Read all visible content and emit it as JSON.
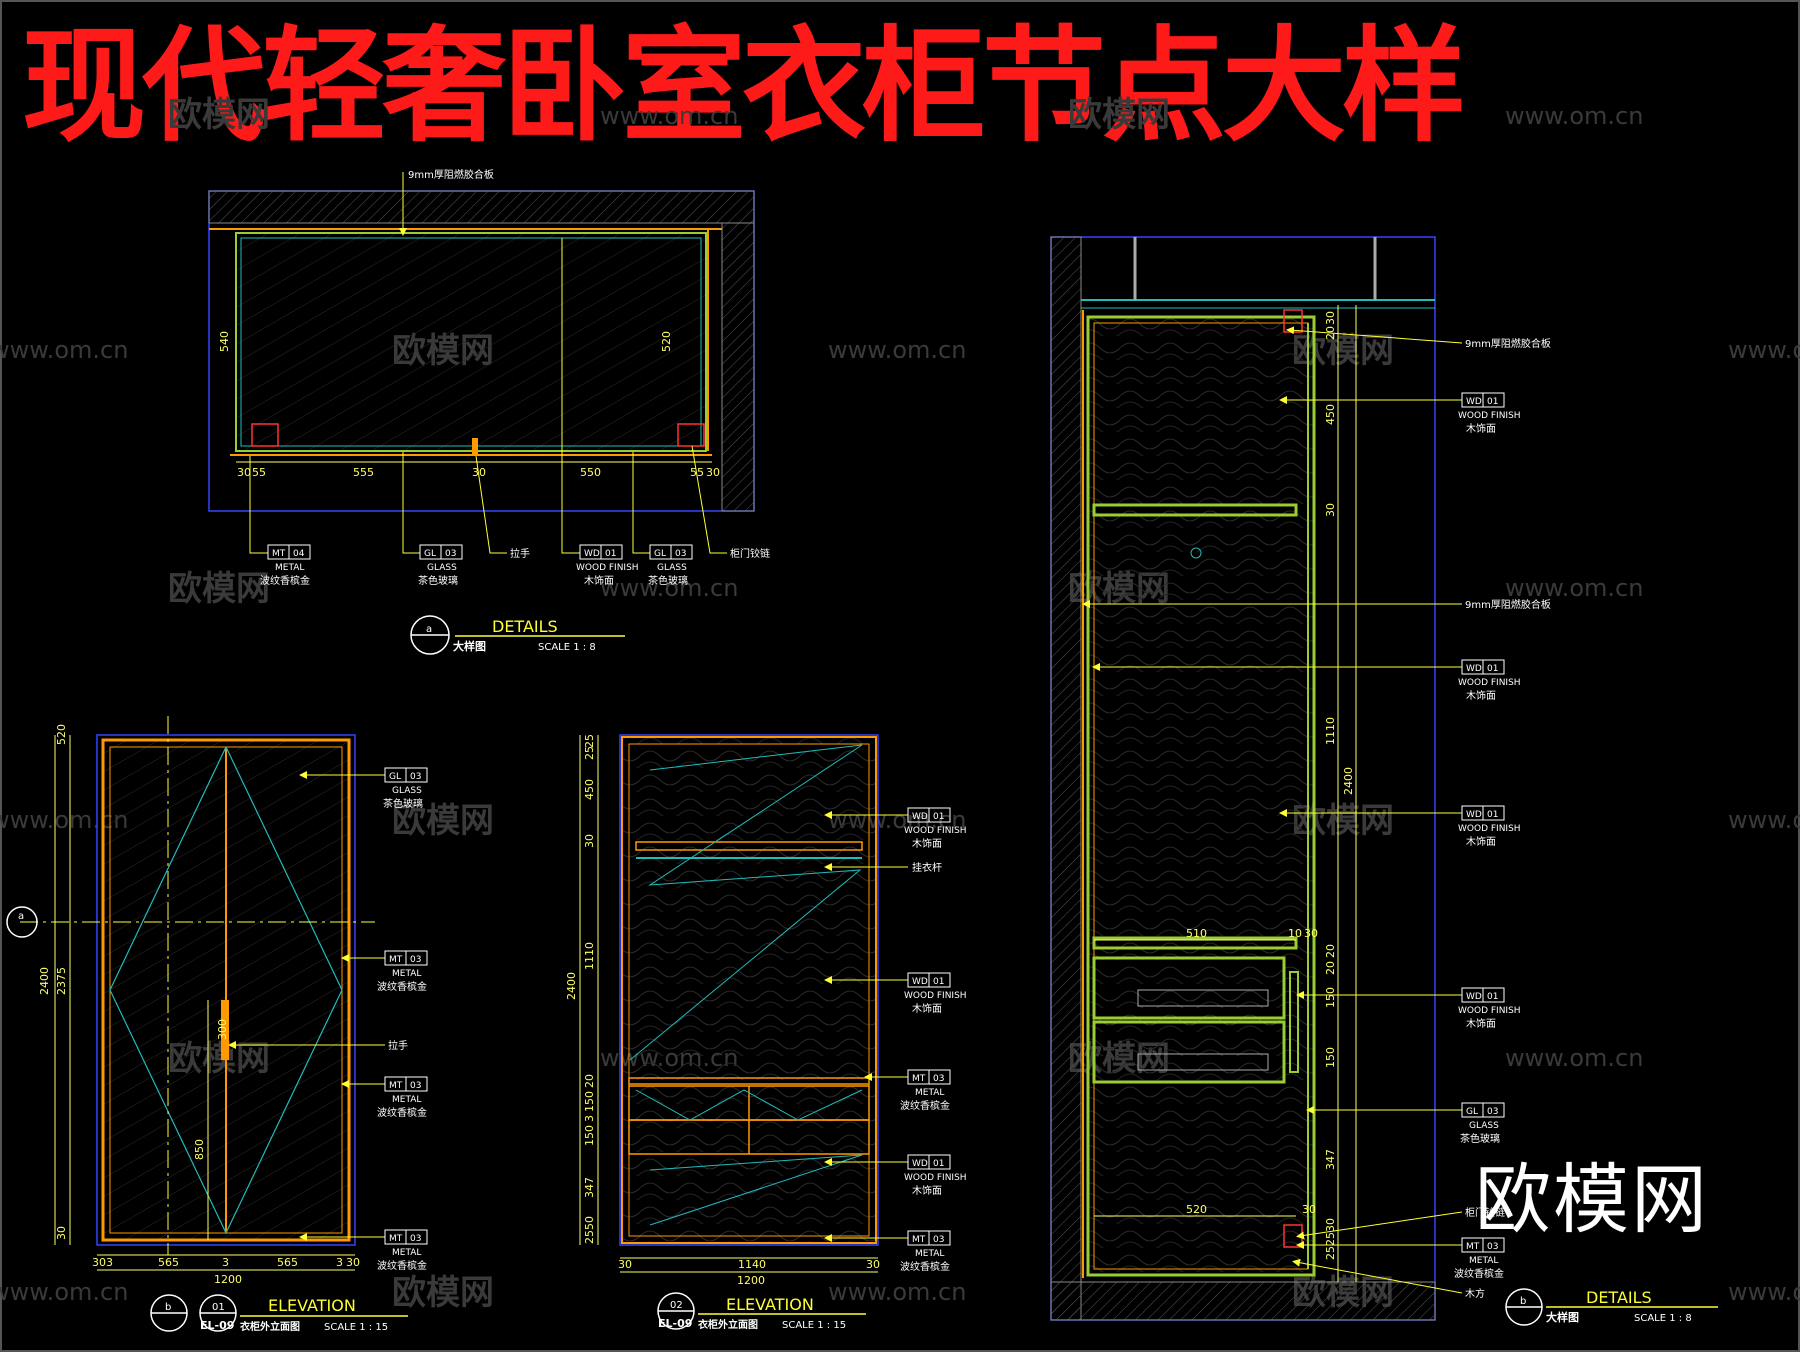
{
  "title": "现代轻奢卧室衣柜节点大样",
  "brand": "欧模网",
  "watermark_cn": "欧模网",
  "watermark_url": "www.om.cn",
  "colors": {
    "title": "#ff1a1a",
    "background": "#000000",
    "frame": "#3344ff",
    "wood_green": "#9acd32",
    "orange": "#ff9900",
    "cyan": "#22bbbb",
    "leader": "#ffff33",
    "text": "#ffffff"
  },
  "detail_a": {
    "top_note": "9mm厚阻燃胶合板",
    "dims_vertical": [
      "540",
      "520"
    ],
    "dims_horizontal": [
      "30",
      "55",
      "555",
      "30",
      "550",
      "55",
      "30"
    ],
    "callouts": [
      {
        "tag": "MT",
        "num": "04",
        "en": "METAL",
        "cn": "波纹香槟金"
      },
      {
        "tag": "GL",
        "num": "03",
        "en": "GLASS",
        "cn": "茶色玻璃"
      },
      {
        "text": "拉手"
      },
      {
        "tag": "WD",
        "num": "01",
        "en": "WOOD FINISH",
        "cn": "木饰面"
      },
      {
        "tag": "GL",
        "num": "03",
        "en": "GLASS",
        "cn": "茶色玻璃"
      },
      {
        "text": "柜门铰链"
      }
    ],
    "caption": {
      "id": "a",
      "title": "DETAILS",
      "sub": "大样图",
      "scale": "SCALE 1 : 8"
    }
  },
  "elevation_1": {
    "dims_vertical": [
      "520",
      "2400",
      "2375",
      "850",
      "30"
    ],
    "dims_horizontal": [
      "30",
      "3",
      "565",
      "3",
      "565",
      "3",
      "30"
    ],
    "total_width": "1200",
    "handle_dim": "300",
    "callouts": [
      {
        "tag": "GL",
        "num": "03",
        "en": "GLASS",
        "cn": "茶色玻璃"
      },
      {
        "tag": "MT",
        "num": "03",
        "en": "METAL",
        "cn": "波纹香槟金"
      },
      {
        "text": "拉手"
      },
      {
        "tag": "MT",
        "num": "03",
        "en": "METAL",
        "cn": "波纹香槟金"
      },
      {
        "tag": "MT",
        "num": "03",
        "en": "METAL",
        "cn": "波纹香槟金"
      }
    ],
    "section_marker": "a",
    "caption": {
      "id": "b",
      "num": "01",
      "sheet": "EL-09",
      "title": "ELEVATION",
      "sub": "衣柜外立面图",
      "scale": "SCALE 1 : 15"
    }
  },
  "elevation_2": {
    "dims_vertical": [
      "25",
      "25",
      "450",
      "30",
      "1110",
      "2400",
      "20",
      "150",
      "3",
      "150",
      "347",
      "50",
      "25"
    ],
    "dims_horizontal": [
      "30",
      "1140",
      "30"
    ],
    "total_width": "1200",
    "callouts": [
      {
        "tag": "WD",
        "num": "01",
        "en": "WOOD FINISH",
        "cn": "木饰面"
      },
      {
        "text": "挂衣杆"
      },
      {
        "tag": "WD",
        "num": "01",
        "en": "WOOD FINISH",
        "cn": "木饰面"
      },
      {
        "tag": "MT",
        "num": "03",
        "en": "METAL",
        "cn": "波纹香槟金"
      },
      {
        "tag": "WD",
        "num": "01",
        "en": "WOOD FINISH",
        "cn": "木饰面"
      },
      {
        "tag": "MT",
        "num": "03",
        "en": "METAL",
        "cn": "波纹香槟金"
      }
    ],
    "caption": {
      "num": "02",
      "sheet": "EL-09",
      "title": "ELEVATION",
      "sub": "衣柜外立面图",
      "scale": "SCALE 1 : 15"
    }
  },
  "detail_b": {
    "dims_vertical": [
      "30",
      "20",
      "450",
      "30",
      "1110",
      "2400",
      "20",
      "20",
      "150",
      "150",
      "347",
      "30",
      "25",
      "25"
    ],
    "dims_horizontal": [
      "510",
      "10",
      "30",
      "520",
      "30"
    ],
    "notes": [
      "9mm厚阻燃胶合板",
      "9mm厚阻燃胶合板",
      "柜门铰链",
      "木方"
    ],
    "callouts": [
      {
        "tag": "WD",
        "num": "01",
        "en": "WOOD FINISH",
        "cn": "木饰面"
      },
      {
        "tag": "WD",
        "num": "01",
        "en": "WOOD FINISH",
        "cn": "木饰面"
      },
      {
        "tag": "WD",
        "num": "01",
        "en": "WOOD FINISH",
        "cn": "木饰面"
      },
      {
        "tag": "WD",
        "num": "01",
        "en": "WOOD FINISH",
        "cn": "木饰面"
      },
      {
        "tag": "GL",
        "num": "03",
        "en": "GLASS",
        "cn": "茶色玻璃"
      },
      {
        "tag": "MT",
        "num": "03",
        "en": "METAL",
        "cn": "波纹香槟金"
      }
    ],
    "caption": {
      "id": "b",
      "title": "DETAILS",
      "sub": "大样图",
      "scale": "SCALE 1 : 8"
    }
  }
}
